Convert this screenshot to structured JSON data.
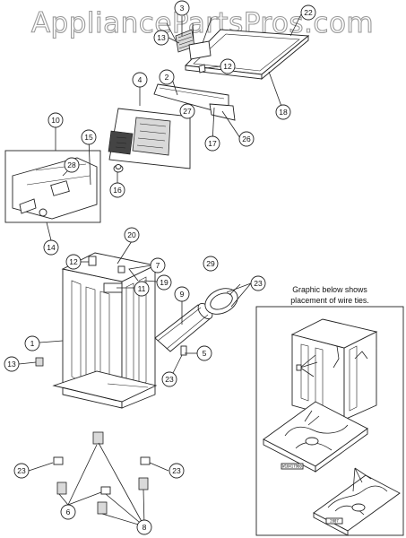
{
  "watermark": "AppliancePartsPros.com",
  "callouts": {
    "c1": "1",
    "c2": "2",
    "c3": "3",
    "c4": "4",
    "c5": "5",
    "c6": "6",
    "c7": "7",
    "c8": "8",
    "c9": "9",
    "c10": "10",
    "c11": "11",
    "c12a": "12",
    "c12b": "12",
    "c13a": "13",
    "c13b": "13",
    "c14": "14",
    "c15": "15",
    "c16": "16",
    "c17": "17",
    "c18": "18",
    "c19": "19",
    "c20": "20",
    "c22": "22",
    "c23a": "23",
    "c23b": "23",
    "c23c": "23",
    "c23d": "23",
    "c26": "26",
    "c27": "27",
    "c28": "28",
    "c29": "29"
  },
  "inset": {
    "note_line1": "Graphic below shows",
    "note_line2": "placement of wire ties."
  }
}
